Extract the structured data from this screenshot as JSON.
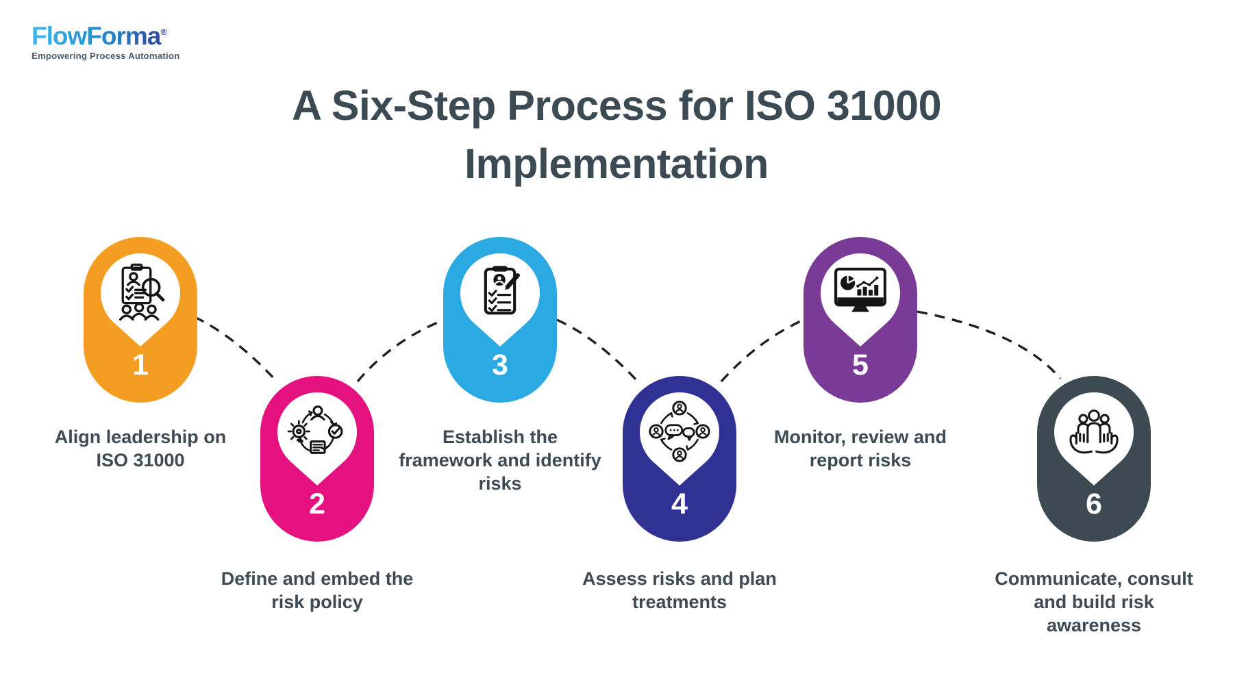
{
  "logo": {
    "brand": "FlowForma",
    "registered": "®",
    "tagline": "Empowering Process Automation"
  },
  "title": {
    "line1": "A Six-Step Process for ISO 31000",
    "line2": "Implementation"
  },
  "steps": [
    {
      "number": "1",
      "color": "#F49D23",
      "icon": "leadership-review-icon",
      "lines": [
        "Align leadership on",
        "ISO 31000"
      ]
    },
    {
      "number": "2",
      "color": "#E5117F",
      "icon": "policy-cycle-icon",
      "lines": [
        "Define and embed the",
        "risk policy"
      ]
    },
    {
      "number": "3",
      "color": "#2BA9E2",
      "icon": "framework-checklist-icon",
      "lines": [
        "Establish the",
        "framework and identify",
        "risks"
      ]
    },
    {
      "number": "4",
      "color": "#303293",
      "icon": "discussion-cycle-icon",
      "lines": [
        "Assess risks and plan",
        "treatments"
      ]
    },
    {
      "number": "5",
      "color": "#7A3B97",
      "icon": "monitor-charts-icon",
      "lines": [
        "Monitor, review and",
        "report risks"
      ]
    },
    {
      "number": "6",
      "color": "#3E4A52",
      "icon": "hands-people-icon",
      "lines": [
        "Communicate, consult",
        "and build risk",
        "awareness"
      ]
    }
  ],
  "connector": {
    "color": "#1f1f1f",
    "style": "dashed"
  },
  "text_color": "#3E4A54",
  "background_color": "#FFFFFF"
}
